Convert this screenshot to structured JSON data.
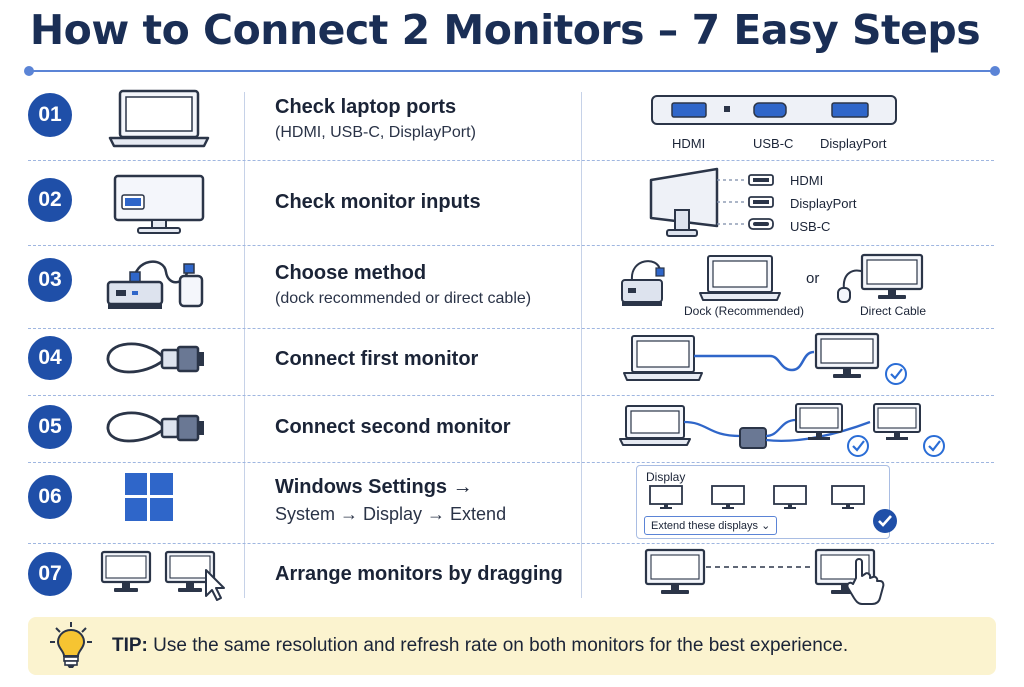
{
  "title": "How to Connect 2 Monitors – 7 Easy Steps",
  "steps": [
    {
      "num": "01",
      "heading": "Check laptop ports",
      "sub": "(HDMI, USB-C, DisplayPort)",
      "labels": [
        "HDMI",
        "USB-C",
        "DisplayPort"
      ]
    },
    {
      "num": "02",
      "heading": "Check monitor inputs",
      "labels": [
        "HDMI",
        "DisplayPort",
        "USB-C"
      ]
    },
    {
      "num": "03",
      "heading": "Choose method",
      "sub": "(dock recommended or direct cable)",
      "labels": [
        "Dock (Recommended)",
        "or",
        "Direct Cable"
      ]
    },
    {
      "num": "04",
      "heading": "Connect first monitor"
    },
    {
      "num": "05",
      "heading": "Connect second monitor"
    },
    {
      "num": "06",
      "heading": "Windows Settings →",
      "sub": "System → Display → Extend",
      "panel_title": "Display",
      "dropdown": "Extend these displays ⌄"
    },
    {
      "num": "07",
      "heading": "Arrange monitors by dragging"
    }
  ],
  "tip": {
    "label": "TIP:",
    "text": " Use the same resolution and refresh rate on both monitors for the best experience."
  },
  "colors": {
    "accent": "#1f4fa8",
    "title": "#1a2e55",
    "line": "#5b84d6",
    "tip_bg": "#fbf3cf",
    "check": "#2a6dd6"
  }
}
